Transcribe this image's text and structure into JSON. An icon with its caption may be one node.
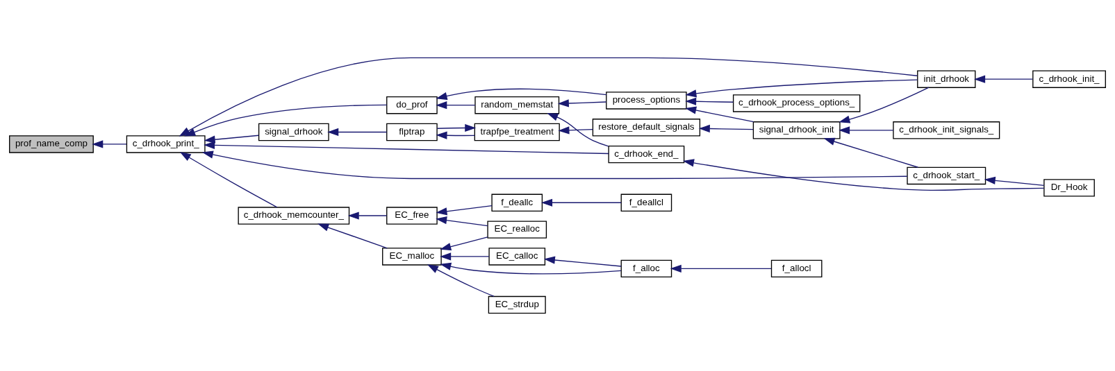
{
  "diagram": {
    "nodes": [
      {
        "text": [
          "prof_name_comp"
        ]
      },
      {
        "text": [
          "c_drhook_print_"
        ]
      },
      {
        "text": [
          "do_prof"
        ]
      },
      {
        "text": [
          "signal_drhook"
        ]
      },
      {
        "text": [
          "c_drhook_memcounter_"
        ]
      },
      {
        "text": [
          "random_memstat"
        ]
      },
      {
        "text": [
          "flptrap"
        ]
      },
      {
        "text": [
          "trapfpe_treatment"
        ]
      },
      {
        "text": [
          "process_options"
        ]
      },
      {
        "text": [
          "restore_default_signals"
        ]
      },
      {
        "text": [
          "c_drhook_end_"
        ]
      },
      {
        "text": [
          "EC_malloc"
        ]
      },
      {
        "text": [
          "EC_free"
        ]
      },
      {
        "text": [
          "EC_strdup"
        ]
      },
      {
        "text": [
          "EC_calloc"
        ]
      },
      {
        "text": [
          "EC_realloc"
        ]
      },
      {
        "text": [
          "f_deallc"
        ]
      },
      {
        "text": [
          "c_drhook_process_options_"
        ]
      },
      {
        "text": [
          "signal_drhook_init"
        ]
      },
      {
        "text": [
          "init_drhook"
        ]
      },
      {
        "text": [
          "c_drhook_init_signals_"
        ]
      },
      {
        "text": [
          "c_drhook_start_"
        ]
      },
      {
        "text": [
          "f_alloc"
        ]
      },
      {
        "text": [
          "f_deallcl"
        ]
      },
      {
        "text": [
          "c_drhook_init_"
        ]
      },
      {
        "text": [
          "Dr_Hook"
        ]
      },
      {
        "text": [
          "f_allocl"
        ]
      }
    ],
    "edges": [
      {
        "from": 1,
        "to": 0,
        "arrow": "to"
      },
      {
        "from": 19,
        "to": 1,
        "arrow": "to"
      },
      {
        "from": 2,
        "to": 1,
        "arrow": "to"
      },
      {
        "from": 3,
        "to": 1,
        "arrow": "to"
      },
      {
        "from": 21,
        "to": 1,
        "arrow": "to"
      },
      {
        "from": 10,
        "to": 1,
        "arrow": "to"
      },
      {
        "from": 4,
        "to": 1,
        "arrow": "to"
      },
      {
        "from": 8,
        "to": 2,
        "arrow": "to"
      },
      {
        "from": 5,
        "to": 2,
        "arrow": "to"
      },
      {
        "from": 6,
        "to": 3,
        "arrow": "to"
      },
      {
        "from": 7,
        "to": 6,
        "arrow": "to"
      },
      {
        "from": 6,
        "to": 7,
        "arrow": "to"
      },
      {
        "from": 8,
        "to": 5,
        "arrow": "to"
      },
      {
        "from": 10,
        "to": 5,
        "arrow": "to"
      },
      {
        "from": 9,
        "to": 7,
        "arrow": "to"
      },
      {
        "from": 17,
        "to": 8,
        "arrow": "to"
      },
      {
        "from": 19,
        "to": 8,
        "arrow": "to"
      },
      {
        "from": 18,
        "to": 8,
        "arrow": "to"
      },
      {
        "from": 18,
        "to": 9,
        "arrow": "to"
      },
      {
        "from": 19,
        "to": 18,
        "arrow": "to"
      },
      {
        "from": 20,
        "to": 18,
        "arrow": "to"
      },
      {
        "from": 21,
        "to": 18,
        "arrow": "to"
      },
      {
        "from": 24,
        "to": 19,
        "arrow": "to"
      },
      {
        "from": 25,
        "to": 21,
        "arrow": "to"
      },
      {
        "from": 25,
        "to": 10,
        "arrow": "to"
      },
      {
        "from": 11,
        "to": 4,
        "arrow": "to"
      },
      {
        "from": 12,
        "to": 4,
        "arrow": "to"
      },
      {
        "from": 13,
        "to": 11,
        "arrow": "to"
      },
      {
        "from": 14,
        "to": 11,
        "arrow": "to"
      },
      {
        "from": 22,
        "to": 11,
        "arrow": "to"
      },
      {
        "from": 15,
        "to": 11,
        "arrow": "to"
      },
      {
        "from": 22,
        "to": 14,
        "arrow": "to"
      },
      {
        "from": 26,
        "to": 22,
        "arrow": "to"
      },
      {
        "from": 15,
        "to": 12,
        "arrow": "to"
      },
      {
        "from": 16,
        "to": 12,
        "arrow": "to"
      },
      {
        "from": 23,
        "to": 16,
        "arrow": "to"
      }
    ]
  }
}
